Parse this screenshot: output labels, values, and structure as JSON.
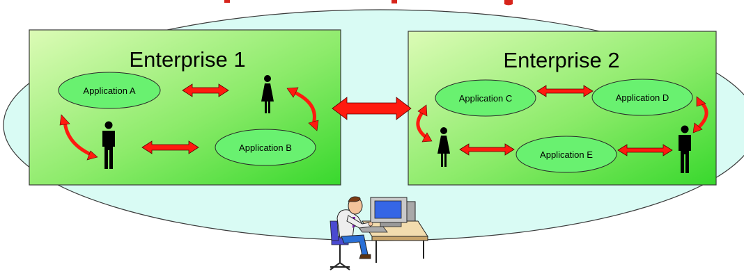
{
  "enterprises": [
    {
      "title": "Enterprise 1"
    },
    {
      "title": "Enterprise 2"
    }
  ],
  "applications": {
    "a": "Application A",
    "b": "Application B",
    "c": "Application C",
    "d": "Application D",
    "e": "Application E"
  },
  "colors": {
    "outer_ellipse": "#d9fbf4",
    "box_green_light": "#dcfbb6",
    "box_green_dark": "#38d82d",
    "app_ellipse": "#69f170",
    "arrow": "#ff1a0f",
    "person": "#000000",
    "header_text": "#d7241b"
  }
}
